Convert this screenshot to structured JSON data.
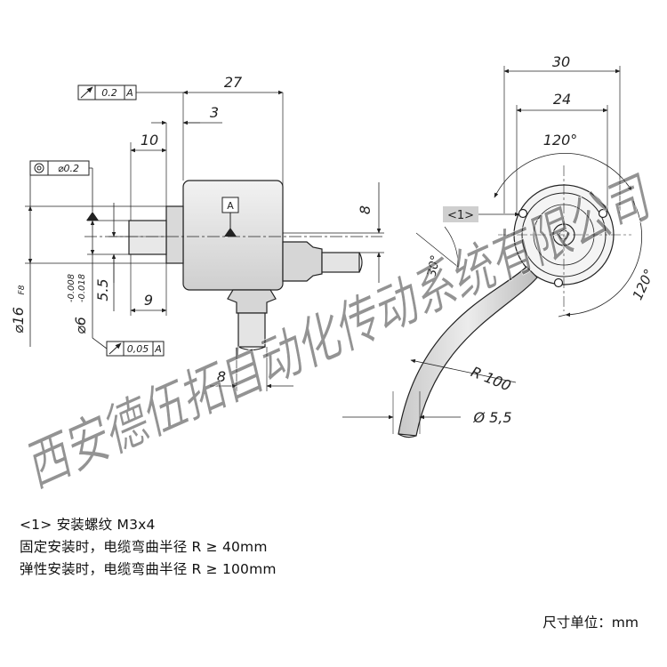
{
  "dimensions": {
    "d27": "27",
    "d3": "3",
    "d10": "10",
    "d9": "9",
    "d8_top": "8",
    "d8_bottom": "8",
    "d5_5": "5.5",
    "d16": "⌀16",
    "d16_tol": "F8",
    "d6": "⌀6",
    "d6_tol_upper": "-0.008",
    "d6_tol_lower": "-0.018",
    "d30": "30",
    "d24": "24",
    "ang120_top": "120°",
    "ang120_right": "120°",
    "ang30": "30°",
    "radius": "R 100",
    "cable_dia": "Ø 5,5"
  },
  "tolerance_frames": {
    "runout_top": {
      "value": "0.2",
      "datum": "A"
    },
    "concentricity": {
      "value": "⌀0.2"
    },
    "runout_bottom": {
      "value": "0,05",
      "datum": "A"
    }
  },
  "datum_label": "A",
  "callout": "<1>",
  "notes": [
    "<1> 安装螺纹 M3x4",
    "固定安装时，电缆弯曲半径 R ≥ 40mm",
    "弹性安装时，电缆弯曲半径 R ≥ 100mm"
  ],
  "unit_label": "尺寸单位：mm",
  "watermark": "西安德伍拓自动化传动系统有限公司",
  "colors": {
    "line": "#222222",
    "body_fill": "#e6e6e6",
    "watermark": "#3a3a3a"
  }
}
